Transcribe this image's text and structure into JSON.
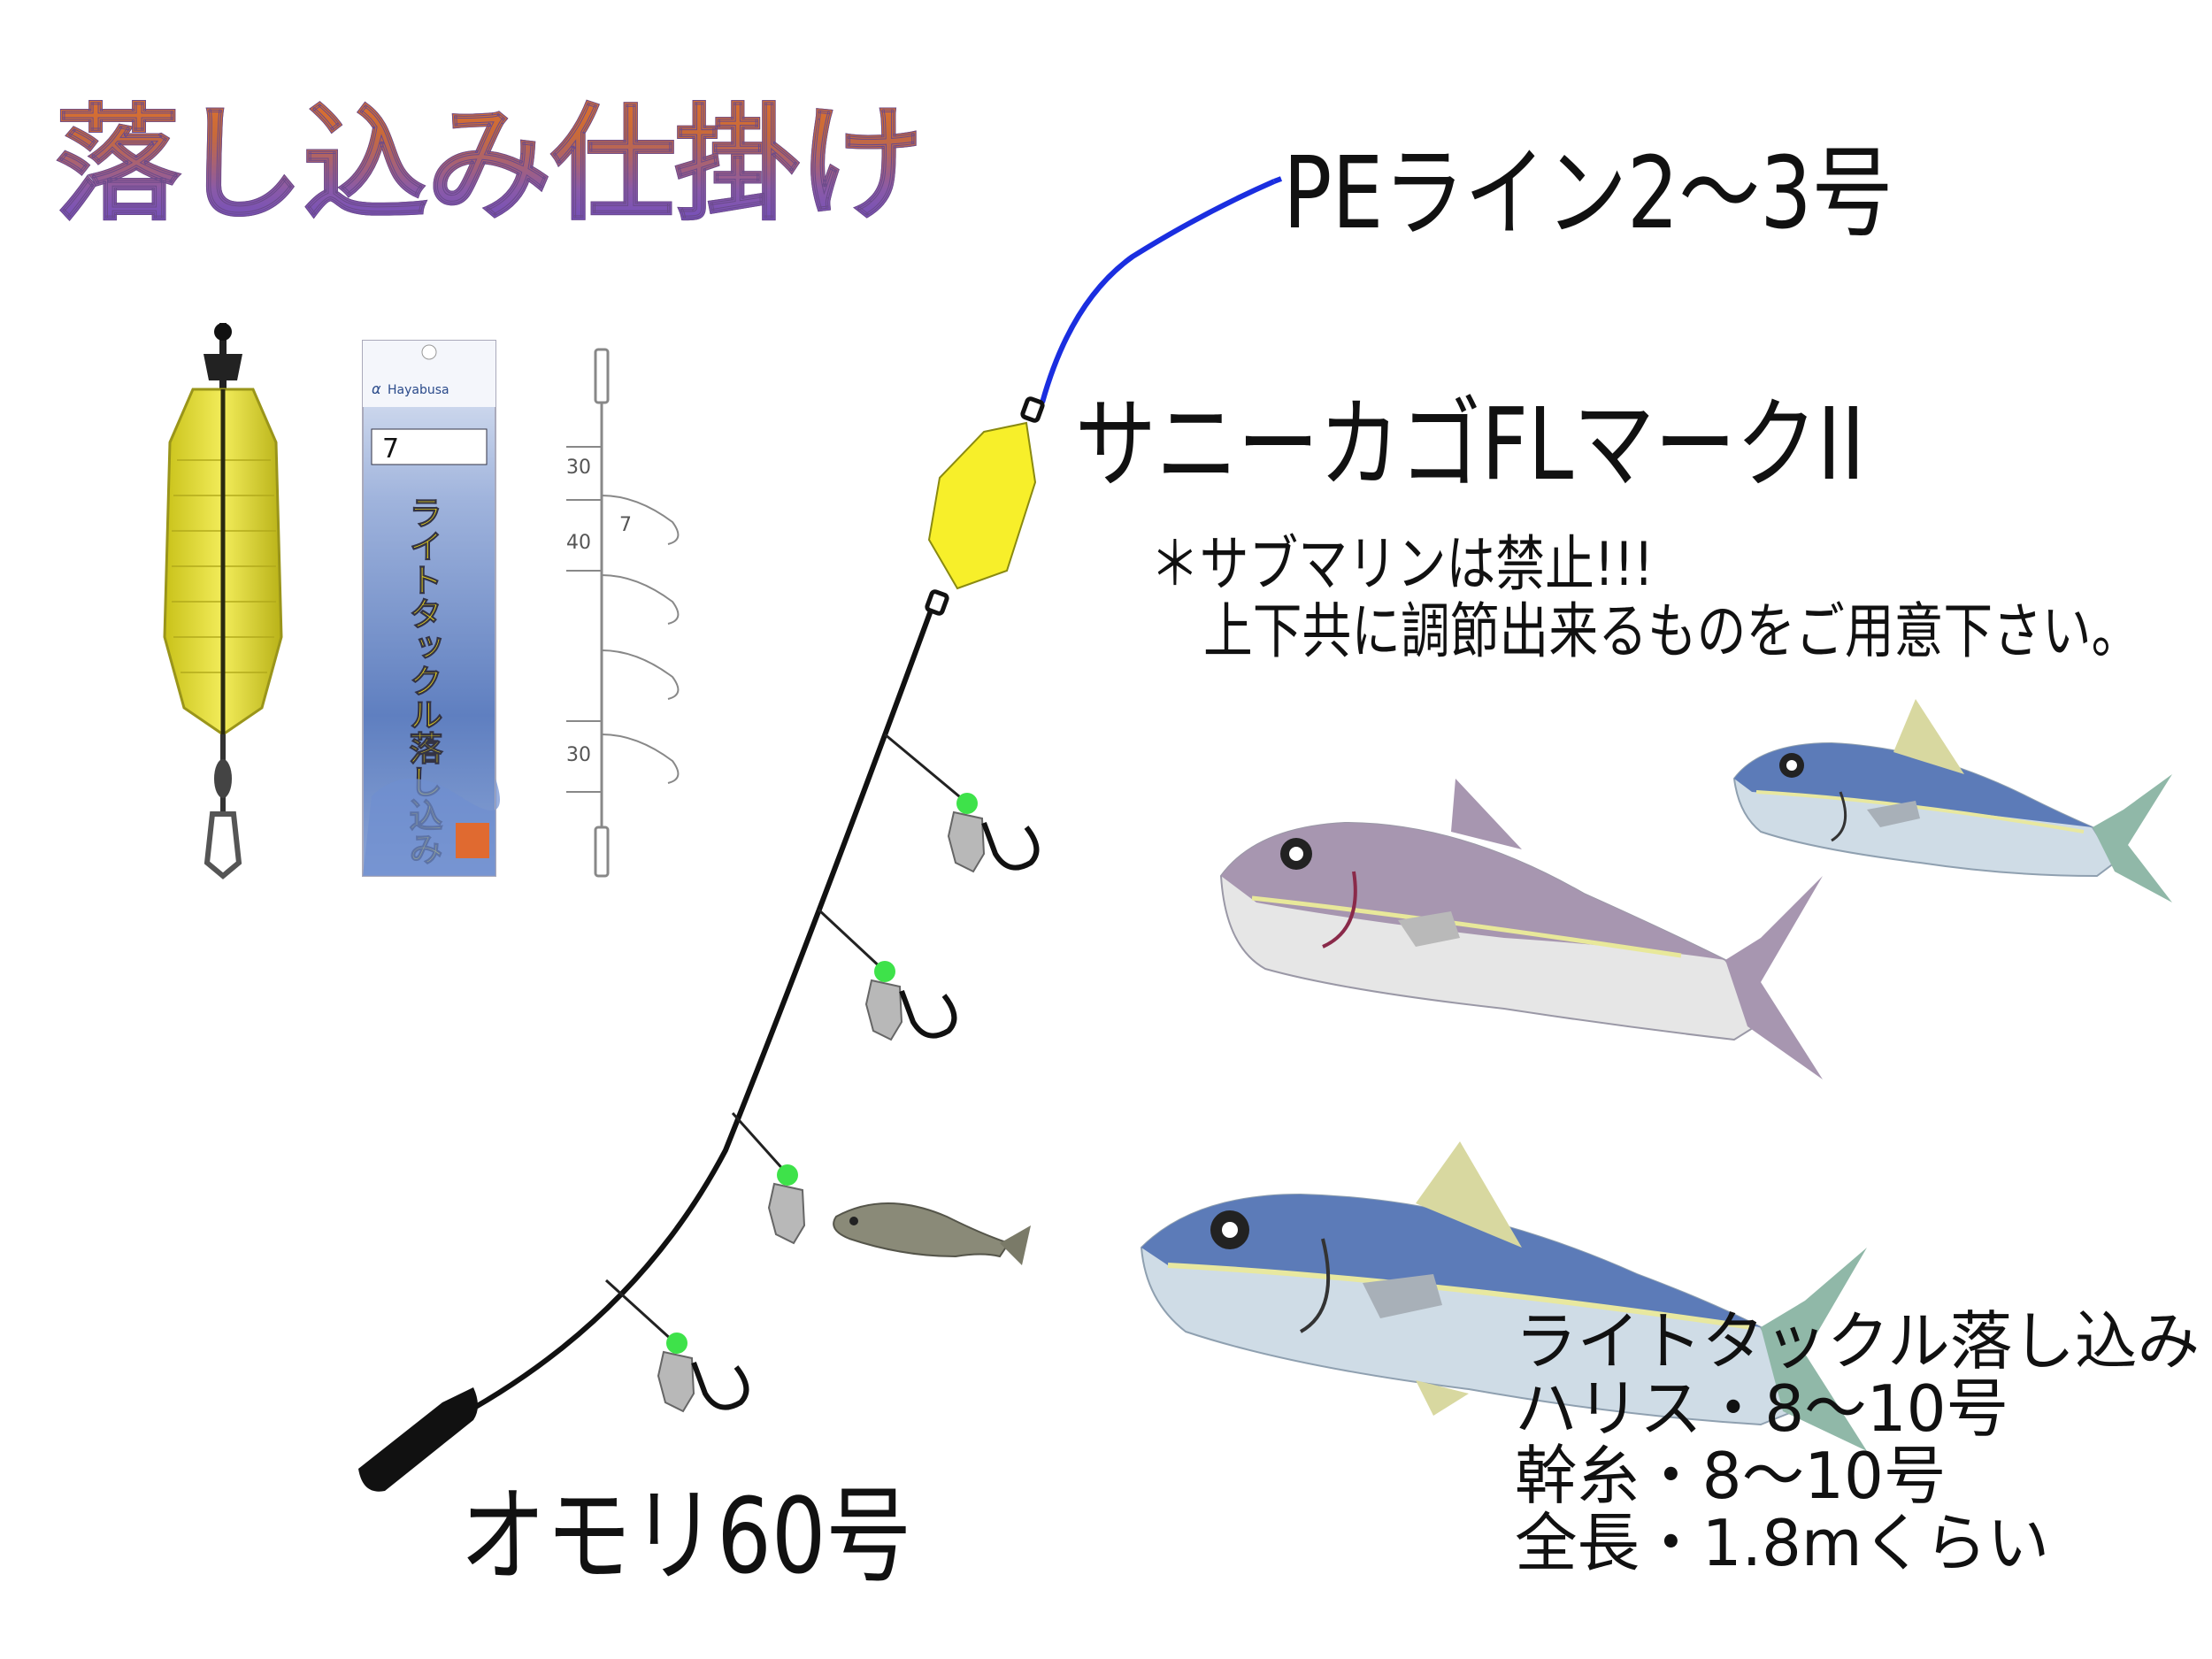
{
  "title": "落し込み仕掛け",
  "labels": {
    "pe_line": "PEライン2〜3号",
    "basket": "サニーカゴFLマークII",
    "note_line1": "＊サブマリンは禁止!!!",
    "note_line2": "上下共に調節出来るものをご用意下さい。",
    "sinker": "オモリ60号"
  },
  "spec": {
    "line1": "ライトタックル落し込み",
    "line2": "ハリス・8〜10号",
    "line3": "幹糸・8〜10号",
    "line4": "全長・1.8mくらい"
  },
  "package": {
    "brand": "Hayabusa",
    "size": "7",
    "product": "ライトタックル落し込み"
  },
  "diagram_marks": [
    "30",
    "40",
    "7",
    "30"
  ],
  "colors": {
    "pe_line": "#1a2ee0",
    "basket": "#f7ef2a",
    "hook_bead": "#3ee24a",
    "main_line": "#111111"
  }
}
